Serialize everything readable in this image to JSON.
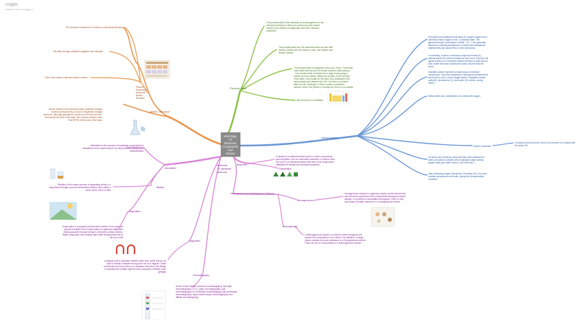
{
  "header": {
    "title": "coggle",
    "subtitle": "made for free at coggle.it"
  },
  "central": {
    "lines": [
      "Mind Map",
      "Of",
      "Elements",
      "Compounds",
      "And",
      "Mixture"
    ]
  },
  "branches": {
    "atomic": {
      "label": "Atomic Structure",
      "sub_label_lines": [
        "Pictures",
        "Describing",
        "Electronic",
        "Atomic",
        "Structure"
      ],
      "items": [
        "The Structure evolves from a mass to a structured Structure",
        "This data changes positions negatives and example",
        "There does atomic mass and atomic number"
      ],
      "bottom_text": [
        "Atoms consist of an extremely small, positively charged",
        "nucleus surrounded by a cloud of negatively charged",
        "electrons. Although typically the nucleus is less than one ten-",
        "thousandth the size of the atom, the nucleus contains more",
        "that 99.9% of the mass of the atom."
      ]
    },
    "periodic": {
      "label": "Periodic table",
      "p1": [
        "The periodic table of the elements is an arrangement of the",
        "chemical elements in table form ordered by their atomic",
        "number, their electron configuration and their chemical",
        "properties."
      ],
      "p2": [
        "The periodic table has 118 elements which all have their",
        "atomic numbers and are listed in order, and related near",
        "similar masses."
      ],
      "p3": [
        "The periodic table is organized in this way. It has 7 horizontal",
        "rows called periods and 18 vertical columns called groups.",
        "- The periodic table is divided into 2 large broad groups,",
        "metals and non-metals. Metals are located on the left side",
        "of the table. Non-metals on the right, and metalloids in the",
        "intermediate area between the line. Evolution of periodic",
        "table are like: Hydrogen, Lithium, sodium, potassium,",
        "calcium, boron. the yellow is a metals the red is a non-metals"
      ],
      "p4": "and the blue is a metalloids."
    },
    "nomenclature": {
      "label": "Nomenclature",
      "b1": [
        "Peroxides are substances that have an oxygen-oxygen bond",
        "and that contain oxygen in the -1 oxidation state. The",
        "general formula of peroxides is Metal + O2 - They generally",
        "behave as oxidizing substances in contact with substances",
        "material they can cause fires or even explosions."
      ],
      "b2": [
        "In chemistry, a salt is a chemical compound formed by",
        "cations bonded to anionic through an ionic bond. They are the",
        "typical product of a chemical reaction between a base and an",
        "acid, where the base provides the cation and the acid the",
        "anion."
      ],
      "b3": [
        "Hydrated oxides represent a broad class of chemical",
        "compounds. They are comprised of main group elements that",
        "are bound to one or more oxygen atoms. Examples include",
        "sulfur(IV), phosphorus (V), and sulfur (VI) oxides, among",
        "others."
      ],
      "b4": "Metal oxides are combinations of a metal with oxygen.",
      "b5": "what is molecules",
      "b5_desc": [
        "Compound formed by the union of an element or a radical with",
        "the anion OH-"
      ],
      "b6": [
        "An acid is any chemical compound that, when dissolved in",
        "water, produces a solution with a hydrogen cation activity",
        "greater than pure water, that is, a pH less than 7."
      ],
      "b7": [
        "Acid-containing oxygen (Nonsense Chemistry 101) Oxo-acid",
        "contains phosphorus and sulfur, giving the corresponding",
        "oxoacids."
      ]
    },
    "mixtures": {
      "label": "Mixtures",
      "intro": [
        "A mixture is a material formed by two or more components",
        "joined together, but not chemically combined. A mixture does",
        "not occur in a chemical reaction and each of its components",
        "maintains its identity and chemical properties."
      ],
      "classification": "Classification",
      "hetero_homo": "Heterogeneous and Heterogeneous Mixtures",
      "homogeneous": "Homogeneous",
      "homo_text": [
        "Homogeneous mixture is a gaseous, liquid or solid mixture that",
        "has the same proportions of its components throughout a given",
        "sample. In a mixture is composition throughout. There is only",
        "one phase of matter observed in a homogeneous mixture."
      ],
      "heterogeneous": "Heterogeneous",
      "hetero_text": [
        "A heterogeneous mixture is a mixture where throughout the",
        "mixture the composition is not uniform. By definition, a single",
        "phase consists of a pure substance or a homogeneous mixture.",
        "There are two or more phases of a heterogeneous mixture."
      ]
    },
    "methods": {
      "label_lines": [
        "Methods",
        "To separate",
        "Mixtures"
      ],
      "decantation": "decantation",
      "decantation_text": [
        "Sedimation is the process of separating components of",
        "substances from a liquid mixture by using selective settling and",
        "sedimentation."
      ],
      "filtration": "filtration",
      "filtration_text": [
        "Filtration is the simple process of separating solids in a",
        "suspension through a porous mechanical medium, also called a",
        "sieve, sieve, sieve or filter."
      ],
      "evaporation": "evaporation",
      "evaporation_text": [
        "Evaporation is a physical process that consists of the slow and",
        "gradual transition from a liquid state to a gaseous state, after",
        "having acquired enough energy to overcome surface tension.",
        "Water evaporates into invisible vapor after temperatures are at",
        "the top of this."
      ],
      "magnetism": "magnetism",
      "magnetism_text": [
        "A Magnet puts to separate metallic solids from solids that do not",
        "have a metallic character through the use of a magnet. These",
        "procedures are found often on a separator used from iron filings,",
        "to separate the metallic objects found among the remains of the",
        "garbage."
      ],
      "chromatography": "Chromatography",
      "chromatography_text": [
        "Some of them historic columns chromatography, thin-layer",
        "chromatography (TLC), paper chromatography, gas",
        "chromatography, ion exchange chromatography, gel permeation",
        "chromatography, high pressure liquid chromatography, and",
        "affinity chromatography."
      ]
    }
  },
  "colors": {
    "orange": "#e8954a",
    "green": "#8cc34a",
    "blue": "#6b97d6",
    "purple": "#d98ad6",
    "center_fill": "#8a8a8a"
  }
}
